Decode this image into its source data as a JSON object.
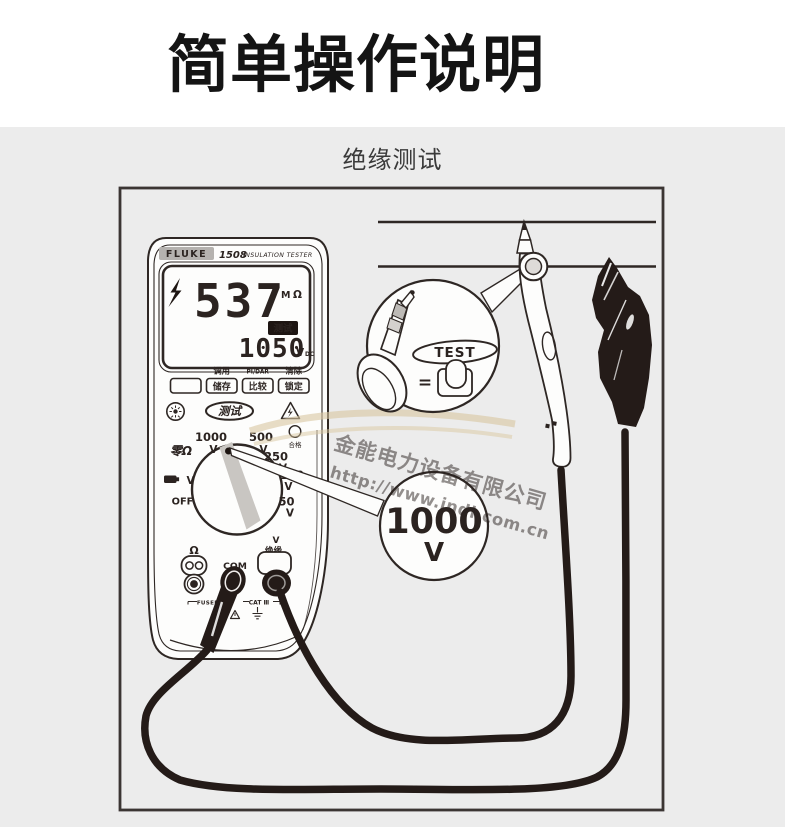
{
  "page": {
    "title": "简单操作说明",
    "subtitle": "绝缘测试"
  },
  "watermark": {
    "company": "金能电力设备有限公司",
    "url": "http://www.jndl.com.cn"
  },
  "meter": {
    "brand": "FLUKE",
    "model": "1508",
    "model_desc": "INSULATION TESTER",
    "lcd": {
      "reading": "537",
      "unit": "M",
      "ohm": "Ω",
      "badge": "测试",
      "sub_reading": "1050",
      "sub_unit": "V",
      "sub_unit_small": "DC"
    },
    "keys": {
      "recall": "调用",
      "pidar": "PI/DAR",
      "clear": "清除",
      "store": "储存",
      "compare": "比较",
      "lock": "锁定"
    },
    "test_button": "测试",
    "pass_indicator": "合格",
    "dial": {
      "zero": "零Ω",
      "v1000": "1000",
      "v500": "500",
      "v250": "250",
      "v100": "100",
      "v50": "50",
      "v": "V",
      "off": "OFF"
    },
    "terminals": {
      "ohm": "Ω",
      "com": "COM",
      "v": "V",
      "insulation": "绝缘",
      "fused": "FUSED",
      "cat": "CAT Ⅲ"
    }
  },
  "callouts": {
    "test": {
      "equals": "=",
      "label": "TEST"
    },
    "range": {
      "value": "1000",
      "unit": "V"
    }
  },
  "colors": {
    "ink": "#2b2320",
    "cable": "#241b18",
    "tan": "#d9c7a0",
    "bg": "#ececec"
  }
}
